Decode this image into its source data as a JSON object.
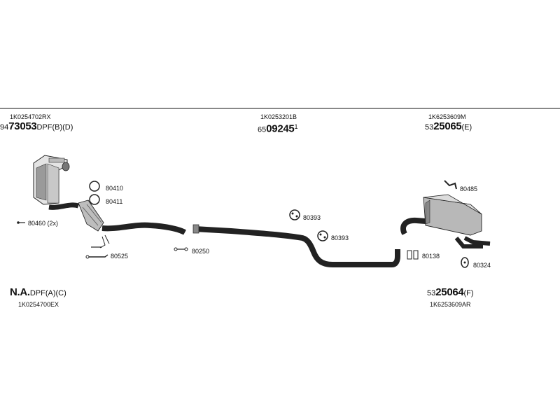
{
  "assemblies": {
    "front": {
      "part_number": "1K0254702RX",
      "code_prefix": "94",
      "code_main": "73053",
      "code_suffix": "DPF(B)(D)"
    },
    "middle": {
      "part_number": "1K0253201B",
      "code_prefix": "65",
      "code_main": "09245",
      "code_suffix": "1"
    },
    "rear": {
      "part_number": "1K6253609M",
      "code_prefix": "53",
      "code_main": "25065",
      "code_suffix": "(E)"
    },
    "front_alt": {
      "code_main": "N.A.",
      "code_suffix": "DPF(A)(C)",
      "part_number": "1K0254700EX"
    },
    "rear_alt": {
      "code_prefix": "53",
      "code_main": "25064",
      "code_suffix": "(F)",
      "part_number": "1K6253609AR"
    }
  },
  "callouts": {
    "c80410": "80410",
    "c80411": "80411",
    "c80460": "80460 (2x)",
    "c80525": "80525",
    "c80250": "80250",
    "c80393a": "80393",
    "c80393b": "80393",
    "c80485": "80485",
    "c80138": "80138",
    "c80324": "80324"
  }
}
